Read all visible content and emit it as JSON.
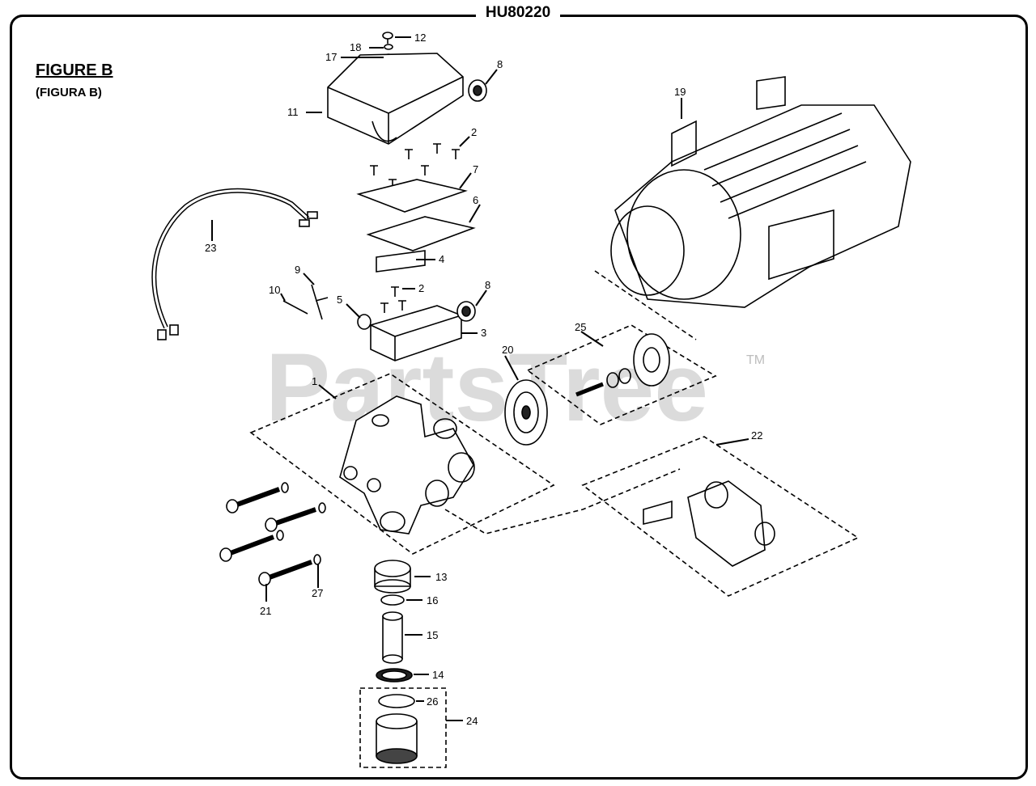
{
  "header": {
    "model": "HU80220"
  },
  "figure": {
    "title": "FIGURE B",
    "subtitle": "(FIGURA B)"
  },
  "watermark": {
    "text": "PartsTree",
    "trademark": "TM"
  },
  "callouts": [
    {
      "num": "12"
    },
    {
      "num": "18"
    },
    {
      "num": "17"
    },
    {
      "num": "8"
    },
    {
      "num": "11"
    },
    {
      "num": "2"
    },
    {
      "num": "7"
    },
    {
      "num": "6"
    },
    {
      "num": "23"
    },
    {
      "num": "4"
    },
    {
      "num": "9"
    },
    {
      "num": "10"
    },
    {
      "num": "2"
    },
    {
      "num": "5"
    },
    {
      "num": "8"
    },
    {
      "num": "3"
    },
    {
      "num": "19"
    },
    {
      "num": "25"
    },
    {
      "num": "1"
    },
    {
      "num": "20"
    },
    {
      "num": "22"
    },
    {
      "num": "21"
    },
    {
      "num": "27"
    },
    {
      "num": "13"
    },
    {
      "num": "16"
    },
    {
      "num": "15"
    },
    {
      "num": "14"
    },
    {
      "num": "26"
    },
    {
      "num": "24"
    }
  ],
  "colors": {
    "line": "#000000",
    "watermark": "#cfcfcf"
  }
}
